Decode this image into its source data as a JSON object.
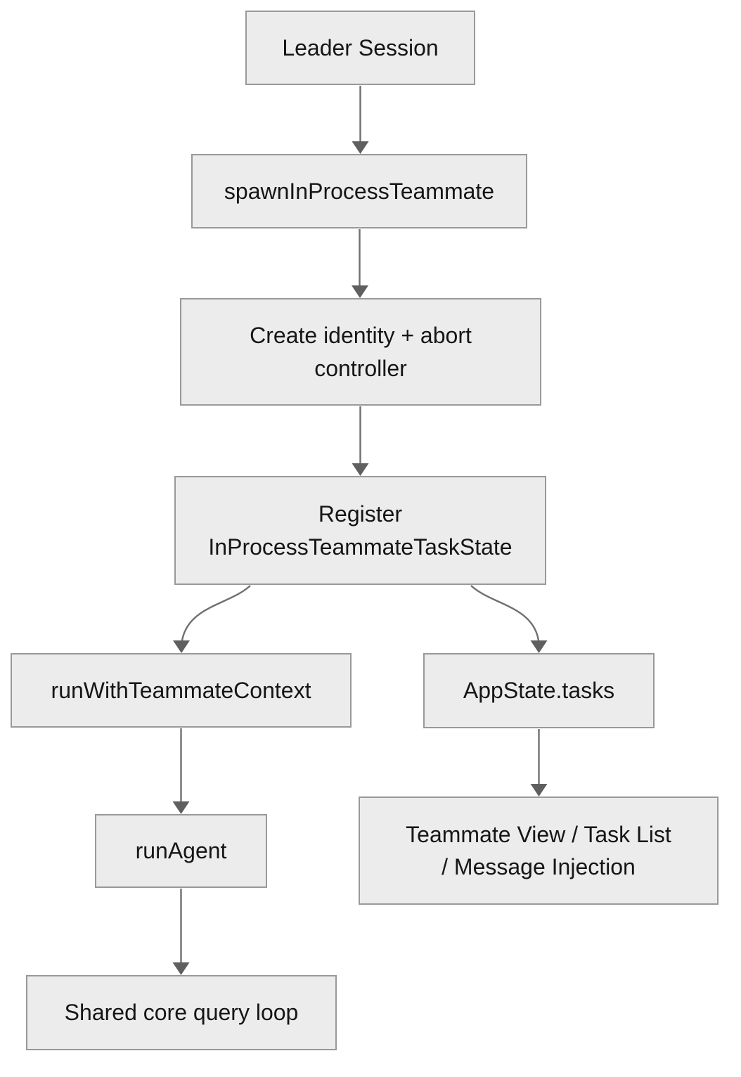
{
  "diagram": {
    "type": "flowchart",
    "direction": "top-down",
    "nodes": [
      {
        "id": "leader-session",
        "label": "Leader Session"
      },
      {
        "id": "spawn-in-process",
        "label": "spawnInProcessTeammate"
      },
      {
        "id": "create-identity",
        "label": "Create identity + abort\ncontroller"
      },
      {
        "id": "register-state",
        "label": "Register\nInProcessTeammateTaskState"
      },
      {
        "id": "run-with-context",
        "label": "runWithTeammateContext"
      },
      {
        "id": "appstate-tasks",
        "label": "AppState.tasks"
      },
      {
        "id": "run-agent",
        "label": "runAgent"
      },
      {
        "id": "teammate-view",
        "label": "Teammate View / Task List\n/ Message Injection"
      },
      {
        "id": "shared-core-loop",
        "label": "Shared core query loop"
      }
    ],
    "edges": [
      {
        "from": "leader-session",
        "to": "spawn-in-process"
      },
      {
        "from": "spawn-in-process",
        "to": "create-identity"
      },
      {
        "from": "create-identity",
        "to": "register-state"
      },
      {
        "from": "register-state",
        "to": "run-with-context"
      },
      {
        "from": "register-state",
        "to": "appstate-tasks"
      },
      {
        "from": "run-with-context",
        "to": "run-agent"
      },
      {
        "from": "appstate-tasks",
        "to": "teammate-view"
      },
      {
        "from": "run-agent",
        "to": "shared-core-loop"
      }
    ]
  },
  "colors": {
    "background": "#ffffff",
    "node-fill": "#ececec",
    "node-border": "#999999",
    "edge-color": "#707070",
    "arrow-color": "#5f5f5f",
    "text-color": "#161616"
  }
}
